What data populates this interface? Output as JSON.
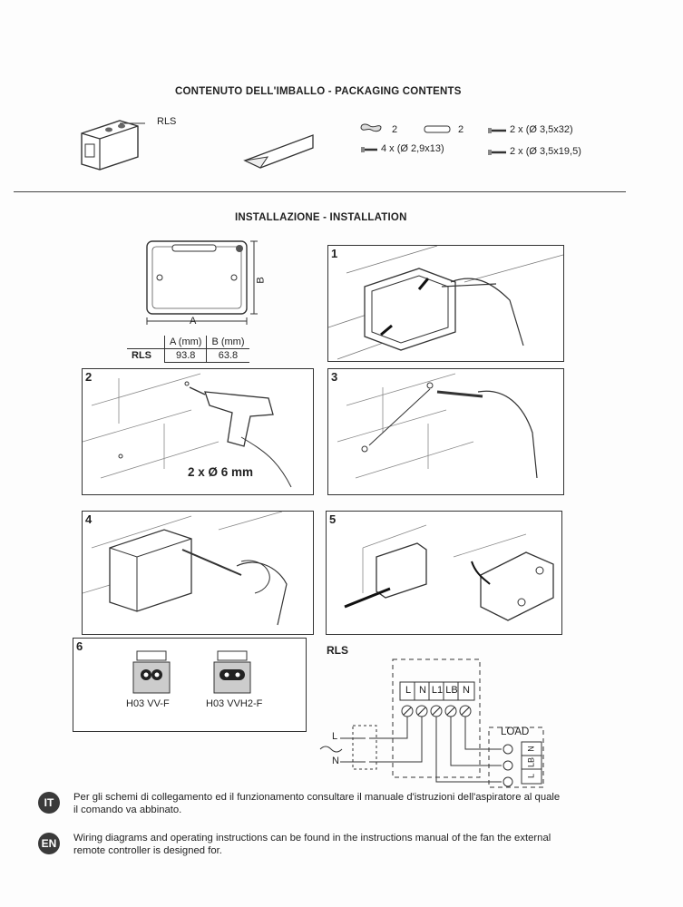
{
  "packaging": {
    "title": "CONTENUTO DELL'IMBALLO - PACKAGING CONTENTS",
    "device_label": "RLS",
    "items": [
      {
        "qty": "2"
      },
      {
        "qty": "2"
      },
      {
        "text": "2 x (Ø 3,5x32)"
      },
      {
        "text": "4 x (Ø 2,9x13)"
      },
      {
        "text": "2 x (Ø 3,5x19,5)"
      }
    ]
  },
  "installation": {
    "title": "INSTALLAZIONE - INSTALLATION",
    "dimension_labels": {
      "a": "A",
      "b": "B"
    },
    "dimensions_table": {
      "headers": [
        "",
        "A (mm)",
        "B (mm)"
      ],
      "rows": [
        [
          "RLS",
          "93.8",
          "63.8"
        ]
      ]
    },
    "steps": [
      {
        "number": "1"
      },
      {
        "number": "2",
        "caption": "2 x Ø 6 mm"
      },
      {
        "number": "3"
      },
      {
        "number": "4"
      },
      {
        "number": "5"
      },
      {
        "number": "6",
        "cables": [
          "H03 VV-F",
          "H03 VVH2-F"
        ]
      }
    ]
  },
  "wiring": {
    "title": "RLS",
    "terminals": [
      "L",
      "N",
      "L1",
      "LB",
      "N"
    ],
    "load_label": "LOAD",
    "load_terminals": [
      "N",
      "LB",
      "L"
    ],
    "line_labels": [
      "L",
      "N"
    ]
  },
  "notes": [
    {
      "lang": "IT",
      "text": "Per gli schemi di collegamento ed il funzionamento consultare il manuale d'istruzioni dell'aspiratore al quale il comando va abbinato."
    },
    {
      "lang": "EN",
      "text": "Wiring diagrams and operating instructions can be found in the instructions manual of the fan the external remote controller is designed for."
    }
  ]
}
